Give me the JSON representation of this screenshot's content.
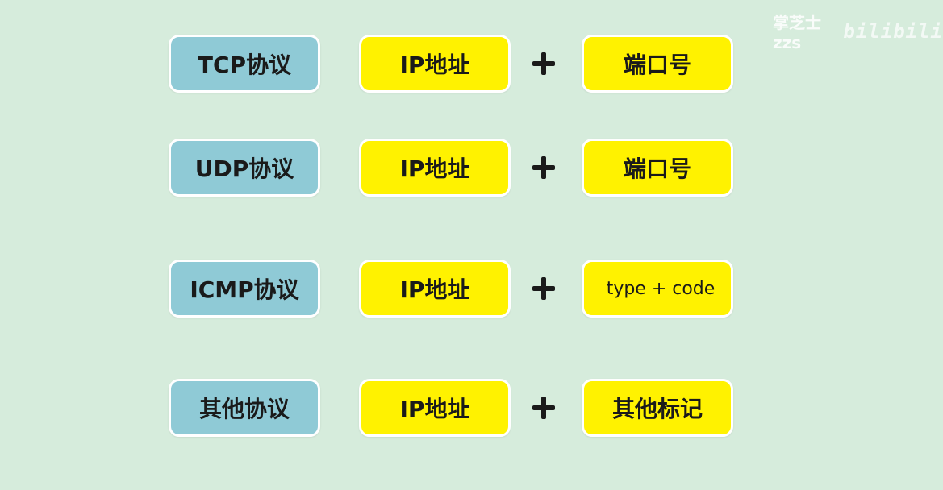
{
  "watermark": {
    "text": "掌芝士zzs",
    "logo": "bilibili"
  },
  "rows": [
    {
      "protocol": "TCP协议",
      "address": "IP地址",
      "operator": "+",
      "identifier": "端口号"
    },
    {
      "protocol": "UDP协议",
      "address": "IP地址",
      "operator": "+",
      "identifier": "端口号"
    },
    {
      "protocol": "ICMP协议",
      "address": "IP地址",
      "operator": "+",
      "identifier": "type + code"
    },
    {
      "protocol": "其他协议",
      "address": "IP地址",
      "operator": "+",
      "identifier": "其他标记"
    }
  ],
  "colors": {
    "background": "#d6ecdc",
    "protocol_box": "#8fcad6",
    "value_box": "#fff200",
    "border": "#ffffff",
    "text": "#1a1a1a"
  }
}
